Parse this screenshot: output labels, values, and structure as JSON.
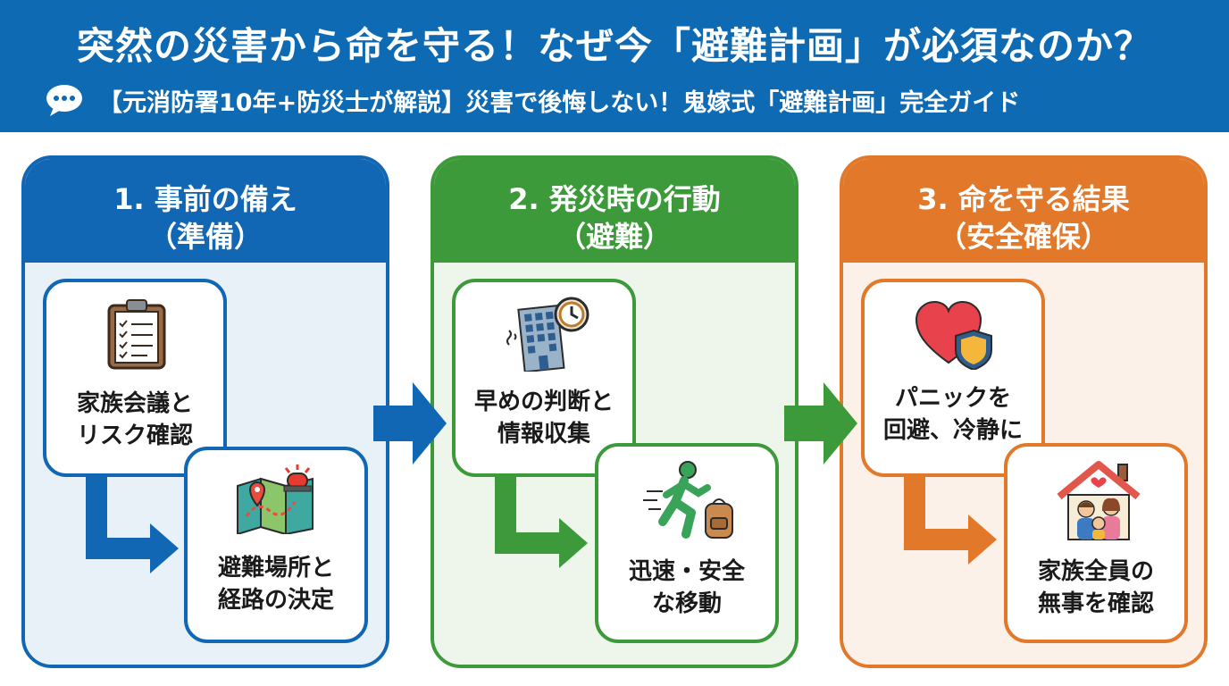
{
  "header": {
    "title": "突然の災害から命を守る！なぜ今「避難計画」が必須なのか？",
    "subtitle": "【元消防署10年+防災士が解説】災害で後悔しない！鬼嫁式「避難計画」完全ガイド",
    "icon": "chat-bubble-icon"
  },
  "colors": {
    "header_bg": "#0f6ab4",
    "step1": "#1167b3",
    "step2": "#3d9a3a",
    "step3": "#e2782a"
  },
  "steps": [
    {
      "title_line1": "1. 事前の備え",
      "title_line2": "（準備）",
      "cards": [
        {
          "line1": "家族会議と",
          "line2": "リスク確認",
          "icon": "clipboard-checklist-icon"
        },
        {
          "line1": "避難場所と",
          "line2": "経路の決定",
          "icon": "map-alarm-icon"
        }
      ]
    },
    {
      "title_line1": "2. 発災時の行動",
      "title_line2": "（避難）",
      "cards": [
        {
          "line1": "早めの判断と",
          "line2": "情報収集",
          "icon": "building-clock-icon"
        },
        {
          "line1": "迅速・安全",
          "line2": "な移動",
          "icon": "running-person-backpack-icon"
        }
      ]
    },
    {
      "title_line1": "3. 命を守る結果",
      "title_line2": "（安全確保）",
      "cards": [
        {
          "line1": "パニックを",
          "line2": "回避、冷静に",
          "icon": "heart-shield-icon"
        },
        {
          "line1": "家族全員の",
          "line2": "無事を確認",
          "icon": "family-house-icon"
        }
      ]
    }
  ]
}
